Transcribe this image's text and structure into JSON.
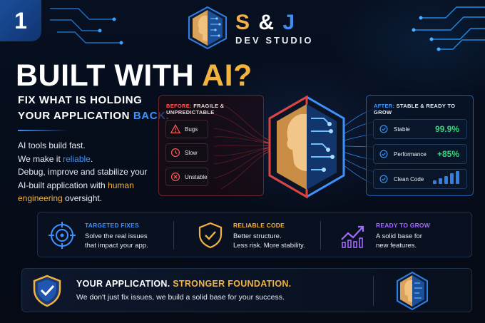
{
  "badge": {
    "number": "1"
  },
  "brand": {
    "s": "S",
    "amp": "&",
    "j": "J",
    "subtitle": "DEV STUDIO"
  },
  "headline": {
    "main": "BUILT WITH ",
    "accent": "AI?"
  },
  "subhead": {
    "line1": "FIX WHAT IS HOLDING",
    "line2_prefix": "YOUR APPLICATION ",
    "line2_accent": "BACK."
  },
  "body": {
    "line1": "AI tools build fast.",
    "line2_prefix": "We make it ",
    "line2_accent": "reliable",
    "line2_suffix": ".",
    "line3": "Debug, improve and stabilize your",
    "line4_prefix": "AI-built application with ",
    "line4_accent_a": "human",
    "line5_accent": "engineering",
    "line5_suffix": " oversight."
  },
  "before": {
    "label": "BEFORE:",
    "rest": " FRAGILE & UNPREDICTABLE",
    "items": [
      {
        "label": "Bugs",
        "icon": "warning-icon"
      },
      {
        "label": "Slow",
        "icon": "clock-icon"
      },
      {
        "label": "Unstable",
        "icon": "x-circle-icon"
      }
    ]
  },
  "after": {
    "label": "AFTER:",
    "rest": " STABLE & READY TO GROW",
    "items": [
      {
        "label": "Stable",
        "value": "99.9%"
      },
      {
        "label": "Performance",
        "value": "+85%"
      },
      {
        "label": "Clean Code"
      }
    ]
  },
  "features": [
    {
      "title": "TARGETED FIXES",
      "line1": "Solve the real issues",
      "line2": "that impact your app.",
      "color": "#3d92ff",
      "icon": "target-icon"
    },
    {
      "title": "RELIABLE CODE",
      "line1": "Better structure.",
      "line2": "Less risk. More stability.",
      "color": "#f4b33c",
      "icon": "shield-check-icon"
    },
    {
      "title": "READY TO GROW",
      "line1": "A solid base for",
      "line2": "new features.",
      "color": "#a46bff",
      "icon": "growth-chart-icon"
    }
  ],
  "bottom": {
    "title_white": "YOUR APPLICATION. ",
    "title_gold": "STRONGER FOUNDATION.",
    "desc": "We don't just fix issues, we build a solid base for your success."
  },
  "colors": {
    "gold": "#f4b33c",
    "blue": "#3d92ff",
    "red": "#ff5a55",
    "green": "#36d67a",
    "purple": "#a46bff"
  }
}
